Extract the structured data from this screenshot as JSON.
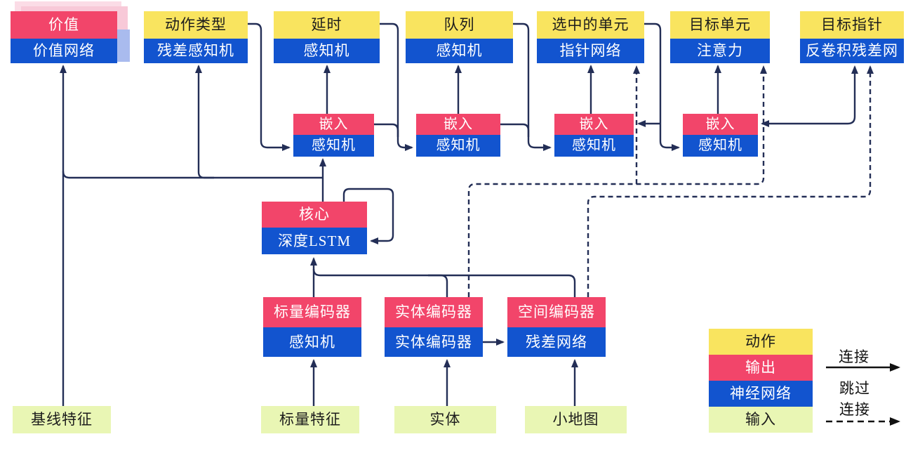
{
  "boxes": {
    "value": {
      "header": "价值",
      "body": "价值网络"
    },
    "action_type": {
      "header": "动作类型",
      "body": "残差感知机"
    },
    "delay": {
      "header": "延时",
      "body": "感知机"
    },
    "queue": {
      "header": "队列",
      "body": "感知机"
    },
    "selected_units": {
      "header": "选中的单元",
      "body": "指针网络"
    },
    "target_unit": {
      "header": "目标单元",
      "body": "注意力"
    },
    "target_point": {
      "header": "目标指针",
      "body": "反卷积残差网"
    },
    "embedding": {
      "header": "嵌入",
      "body": "感知机"
    },
    "core": {
      "header": "核心",
      "body": "深度LSTM"
    },
    "scalar_encoder": {
      "header": "标量编码器",
      "body": "感知机"
    },
    "entity_encoder": {
      "header": "实体编码器",
      "body": "实体编码器"
    },
    "spatial_encoder": {
      "header": "空间编码器",
      "body": "残差网络"
    },
    "baseline_features": {
      "label": "基线特征"
    },
    "scalar_features": {
      "label": "标量特征"
    },
    "entities": {
      "label": "实体"
    },
    "minimap": {
      "label": "小地图"
    }
  },
  "legend": {
    "action": "动作",
    "output": "输出",
    "network": "神经网络",
    "input": "输入",
    "solid_arrow_label": "连接",
    "dashed_arrow_label_line1": "跳过",
    "dashed_arrow_label_line2": "连接"
  },
  "colors": {
    "action_yellow": "#f9e45f",
    "output_red": "#f2456a",
    "network_blue": "#1254cf",
    "input_green": "#e9f6b4",
    "stacked_card_pink": "#f8c9d8",
    "stacked_card_blue": "#a9bbee",
    "wire_navy": "#232e56",
    "legend_arrow_black": "#111111"
  }
}
